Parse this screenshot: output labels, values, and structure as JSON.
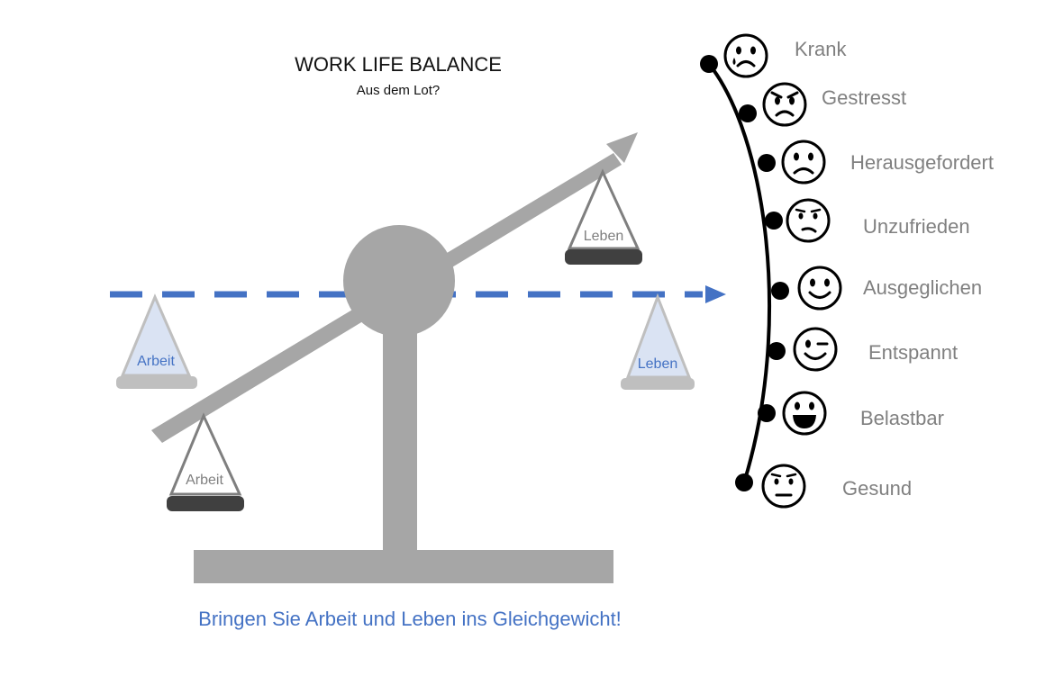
{
  "header": {
    "title": "WORK  LIFE  BALANCE",
    "subtitle": "Aus dem Lot?"
  },
  "balance": {
    "pans": {
      "ideal_left": "Arbeit",
      "ideal_right": "Leben",
      "tilted_left": "Arbeit",
      "tilted_right": "Leben"
    }
  },
  "scale": {
    "states": [
      {
        "label": "Krank",
        "face": "crying-face-icon"
      },
      {
        "label": "Gestresst",
        "face": "angry-face-icon"
      },
      {
        "label": "Herausgefordert",
        "face": "frowning-face-icon"
      },
      {
        "label": "Unzufrieden",
        "face": "unamused-face-icon"
      },
      {
        "label": "Ausgeglichen",
        "face": "smiling-face-icon"
      },
      {
        "label": "Entspannt",
        "face": "winking-face-icon"
      },
      {
        "label": "Belastbar",
        "face": "grinning-face-icon"
      },
      {
        "label": "Gesund",
        "face": "neutral-face-icon"
      }
    ]
  },
  "footer": {
    "caption": "Bringen Sie Arbeit und Leben ins Gleichgewicht!"
  },
  "colors": {
    "beam": "#a6a6a6",
    "accent_blue": "#4472c4",
    "pan_dark": "#404040",
    "pan_light": "#bfbfbf",
    "pan_fill_blue": "#dae3f3"
  }
}
